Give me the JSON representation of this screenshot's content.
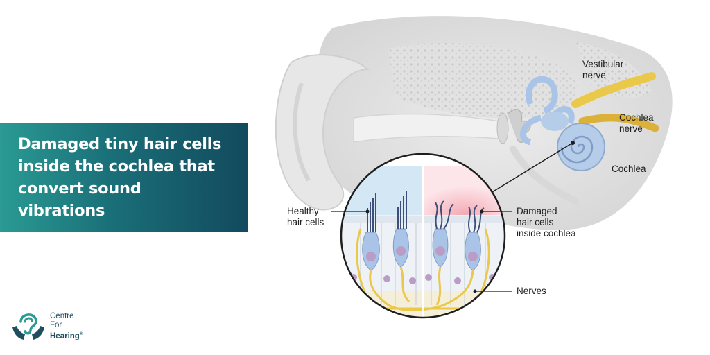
{
  "banner": {
    "lines": [
      "Damaged tiny hair cells",
      "inside the cochlea that",
      "convert sound",
      "vibrations"
    ]
  },
  "logo": {
    "line1": "Centre",
    "line2": "For",
    "line3": "Hearing",
    "mark": "®"
  },
  "labels": {
    "vestibular_1": "Vestibular",
    "vestibular_2": "nerve",
    "cochlea_nerve_1": "Cochlea",
    "cochlea_nerve_2": "nerve",
    "cochlea": "Cochlea",
    "healthy_1": "Healthy",
    "healthy_2": "hair cells",
    "damaged_1": "Damaged",
    "damaged_2": "hair cells",
    "damaged_3": "inside cochlea",
    "nerves": "Nerves"
  },
  "colors": {
    "teal": "#1a6f78",
    "ear_blue": "#a9c4e6",
    "nerve_yellow": "#e9c84a"
  }
}
